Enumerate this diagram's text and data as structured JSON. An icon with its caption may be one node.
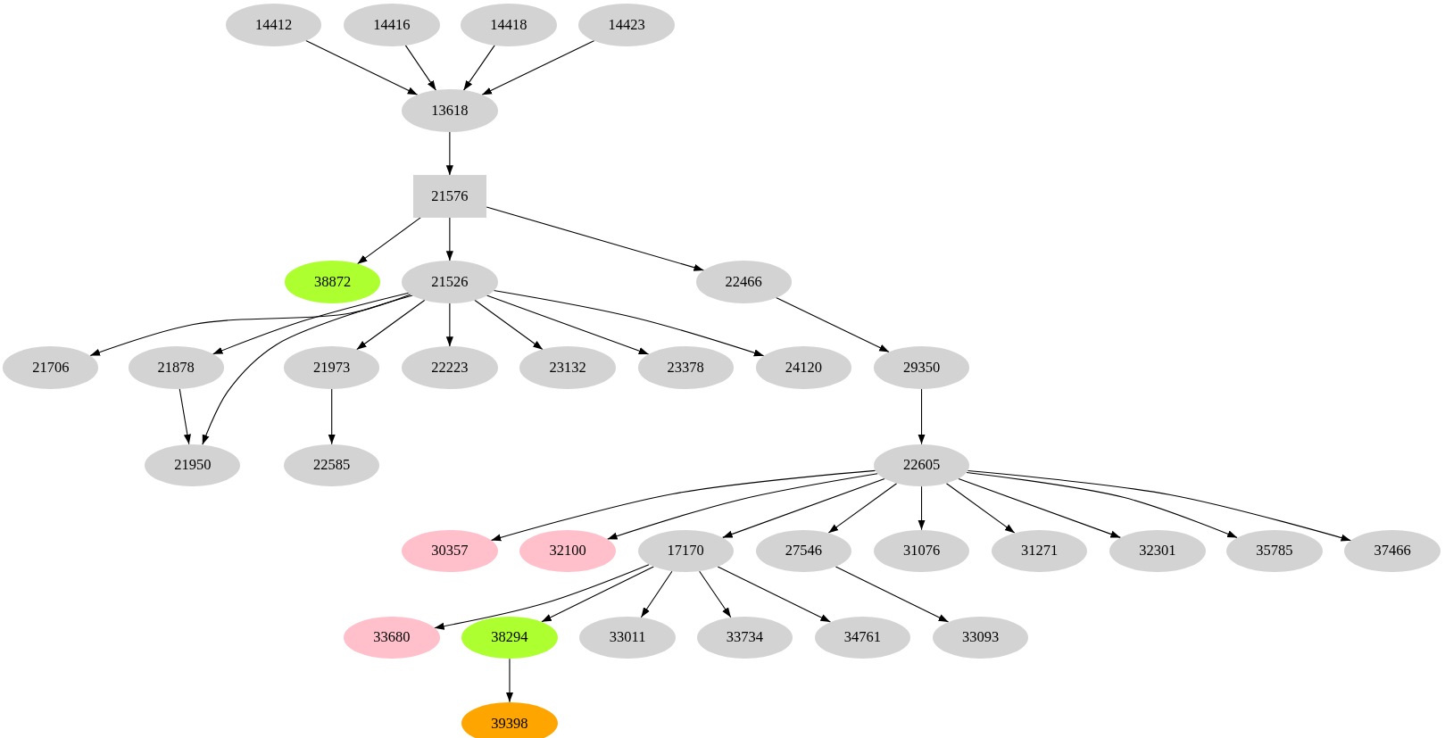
{
  "diagram": {
    "nodes": [
      {
        "text": [
          "14412"
        ]
      },
      {
        "text": [
          "14416"
        ]
      },
      {
        "text": [
          "14418"
        ]
      },
      {
        "text": [
          "14423"
        ]
      },
      {
        "text": [
          "13618"
        ]
      },
      {
        "text": [
          "21576"
        ]
      },
      {
        "text": [
          "38872"
        ]
      },
      {
        "text": [
          "21526"
        ]
      },
      {
        "text": [
          "22466"
        ]
      },
      {
        "text": [
          "21706"
        ]
      },
      {
        "text": [
          "21878"
        ]
      },
      {
        "text": [
          "21973"
        ]
      },
      {
        "text": [
          "22223"
        ]
      },
      {
        "text": [
          "23132"
        ]
      },
      {
        "text": [
          "23378"
        ]
      },
      {
        "text": [
          "24120"
        ]
      },
      {
        "text": [
          "29350"
        ]
      },
      {
        "text": [
          "21950"
        ]
      },
      {
        "text": [
          "22585"
        ]
      },
      {
        "text": [
          "22605"
        ]
      },
      {
        "text": [
          "30357"
        ]
      },
      {
        "text": [
          "32100"
        ]
      },
      {
        "text": [
          "17170"
        ]
      },
      {
        "text": [
          "27546"
        ]
      },
      {
        "text": [
          "31076"
        ]
      },
      {
        "text": [
          "31271"
        ]
      },
      {
        "text": [
          "32301"
        ]
      },
      {
        "text": [
          "35785"
        ]
      },
      {
        "text": [
          "37466"
        ]
      },
      {
        "text": [
          "33680"
        ]
      },
      {
        "text": [
          "38294"
        ]
      },
      {
        "text": [
          "33011"
        ]
      },
      {
        "text": [
          "33734"
        ]
      },
      {
        "text": [
          "34761"
        ]
      },
      {
        "text": [
          "33093"
        ]
      },
      {
        "text": [
          "39398"
        ]
      }
    ],
    "edges": [
      {
        "from": 0,
        "to": 4,
        "arrow": "to"
      },
      {
        "from": 1,
        "to": 4,
        "arrow": "to"
      },
      {
        "from": 2,
        "to": 4,
        "arrow": "to"
      },
      {
        "from": 3,
        "to": 4,
        "arrow": "to"
      },
      {
        "from": 4,
        "to": 5,
        "arrow": "to"
      },
      {
        "from": 5,
        "to": 6,
        "arrow": "to"
      },
      {
        "from": 5,
        "to": 7,
        "arrow": "to"
      },
      {
        "from": 5,
        "to": 8,
        "arrow": "to"
      },
      {
        "from": 7,
        "to": 9,
        "arrow": "to"
      },
      {
        "from": 7,
        "to": 10,
        "arrow": "to"
      },
      {
        "from": 7,
        "to": 17,
        "arrow": "to"
      },
      {
        "from": 7,
        "to": 11,
        "arrow": "to"
      },
      {
        "from": 7,
        "to": 12,
        "arrow": "to"
      },
      {
        "from": 7,
        "to": 13,
        "arrow": "to"
      },
      {
        "from": 7,
        "to": 14,
        "arrow": "to"
      },
      {
        "from": 7,
        "to": 15,
        "arrow": "to"
      },
      {
        "from": 8,
        "to": 16,
        "arrow": "to"
      },
      {
        "from": 10,
        "to": 17,
        "arrow": "to"
      },
      {
        "from": 11,
        "to": 18,
        "arrow": "to"
      },
      {
        "from": 16,
        "to": 19,
        "arrow": "to"
      },
      {
        "from": 19,
        "to": 20,
        "arrow": "to"
      },
      {
        "from": 19,
        "to": 21,
        "arrow": "to"
      },
      {
        "from": 19,
        "to": 22,
        "arrow": "to"
      },
      {
        "from": 19,
        "to": 23,
        "arrow": "to"
      },
      {
        "from": 19,
        "to": 24,
        "arrow": "to"
      },
      {
        "from": 19,
        "to": 25,
        "arrow": "to"
      },
      {
        "from": 19,
        "to": 26,
        "arrow": "to"
      },
      {
        "from": 19,
        "to": 27,
        "arrow": "to"
      },
      {
        "from": 19,
        "to": 28,
        "arrow": "to"
      },
      {
        "from": 22,
        "to": 29,
        "arrow": "to"
      },
      {
        "from": 22,
        "to": 30,
        "arrow": "to"
      },
      {
        "from": 22,
        "to": 31,
        "arrow": "to"
      },
      {
        "from": 22,
        "to": 32,
        "arrow": "to"
      },
      {
        "from": 22,
        "to": 33,
        "arrow": "to"
      },
      {
        "from": 23,
        "to": 34,
        "arrow": "to"
      },
      {
        "from": 30,
        "to": 35,
        "arrow": "to"
      }
    ]
  }
}
